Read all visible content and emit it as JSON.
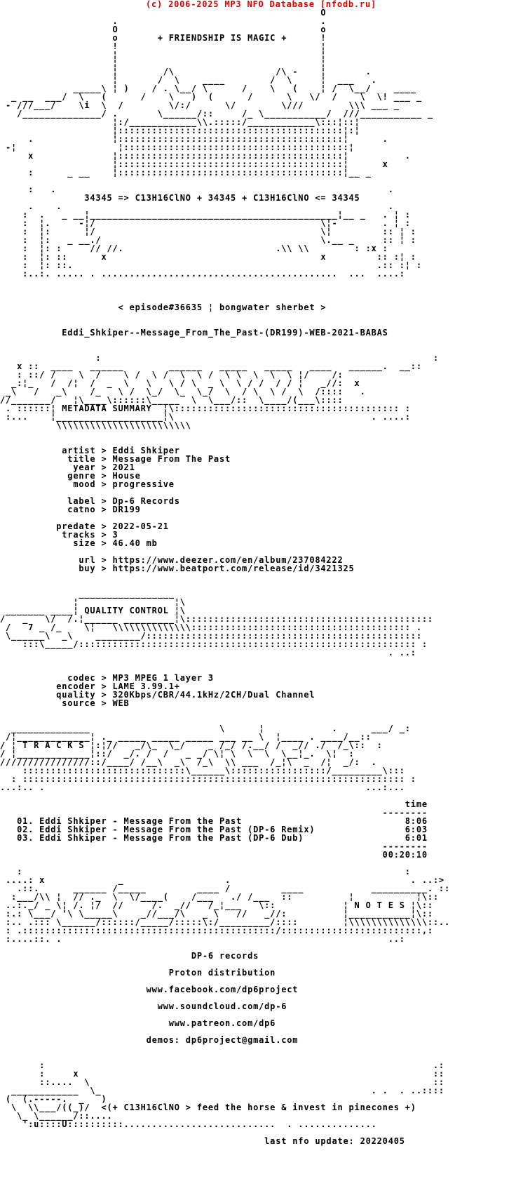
{
  "site_header": {
    "text": "(c) 2006-2025 MP3 NFO Database [nfodb.ru]",
    "color": "#e00000"
  },
  "top": {
    "motto": "+ FRIENDSHIP IS MAGIC +",
    "formula": "34345 => C13H16ClNO + 34345 + C13H16ClNO <= 34345",
    "episode_line": "< episode#36635 ¦ bongwater sherbet >",
    "release_name": "Eddi_Shkiper--Message_From_The_Past-(DR199)-WEB-2021-BABAS"
  },
  "banners": {
    "metadata": "METADATA SUMMARY",
    "quality": "QUALITY CONTROL",
    "tracks": "T R A C K S",
    "notes": "N O T E S"
  },
  "metadata": {
    "artist": "Eddi Shkiper",
    "title": "Message From The Past",
    "year": "2021",
    "genre": "House",
    "mood": "progressive",
    "label": "Dp-6 Records",
    "catno": "DR199",
    "predate": "2022-05-21",
    "tracks": "3",
    "size": "46.40 mb",
    "url": "https://www.deezer.com/en/album/237084222",
    "buy": "https://www.beatport.com/release/id/3421325"
  },
  "quality": {
    "codec": "MP3 MPEG 1 layer 3",
    "encoder": "LAME 3.99.1+",
    "quality": "320Kbps/CBR/44.1kHz/2CH/Dual Channel",
    "source": "WEB"
  },
  "tracklist": {
    "time_header": "time",
    "items": [
      {
        "no": "01.",
        "title": "Eddi Shkiper - Message From the Past",
        "time": "8:06"
      },
      {
        "no": "02.",
        "title": "Eddi Shkiper - Message From the Past (DP-6 Remix)",
        "time": "6:03"
      },
      {
        "no": "03.",
        "title": "Eddi Shkiper - Message From the Past (DP-6 Dub)",
        "time": "6:01"
      }
    ],
    "total_time": "00:20:10"
  },
  "notes": [
    "DP-6 records",
    "Proton distribution",
    "www.facebook.com/dp6project",
    "www.soundcloud.com/dp-6",
    "www.patreon.com/dp6",
    "demos: dp6project@gmail.com"
  ],
  "footer": {
    "horse_caption": "<(+ C13H16ClNO > feed the horse & invest in pinecones +)",
    "last_update": "last nfo update: 20220405"
  },
  "ascii": {
    "lines": [
      "                                                         O",
      "                    .                                    .",
      "                    O                                    o",
      "                    o       + FRIENDSHIP IS MAGIC +      !",
      "                    !                                    ¦",
      "                    ¦                                    ¦",
      "                    ¦                                    ¦",
      "                    ¦        /\\                  /\\ -    ¦       .",
      "                    ¦       /  \\    ____        /  \\     ¦  ___   .",
      "             _____\\ ¦ )    / . \\__/ \\      /    \\   (    ¦ /  \\__/    ____",
      "  _ __  ___/  \\   (      /    \\   )  (      /      \\   \\/  /    \\  \\! ___ _",
      " - ///___/    \\i  \\  /        \\/:/      \\/        \\///        \\\\\\ ___ _",
      "   /______________/ .       \\______/::     /_ \\___________/  ///___________ _",
      "                    ¦:/____________\\\\.:::::/____________\\:::¦::¦",
      "                    ¦::::::::::::::::::::::::::::::::::::::::¦:¦",
      "     .              ¦::::::::::::::::::::::::::::::::::::::::¦      .",
      " -¦                  ¦::::::::::::::::::::::::::::::::::::::::¦",
      "     x              ¦::::::::::::::::::::::::::::::::::::::::¦          .",
      "                    ¦::::::::::::::::::::::::::::::::::::::::¦      x",
      "     :      _ __    ¦::::::::::::::::::::::::::::::::::::::::¦__ _",
      "",
      "     :   .                                                           .",
      "               34345 => C13H16ClNO + 34345 + C13H16ClNO <= 34345",
      "     .    .                                                          .",
      "    :  .   _ __¦____________________________________________¦__ _   . ¦ :",
      "    :  ¦.     -¦/                                        \\¦-        . ¦ :",
      "    :  ¦:      ¦/                                        \\¦         :: ¦ :",
      "    :  ¦:   _ __./                                       \\.__ _     :: ¦ :",
      "    :  ¦: :     // //.                           .\\\\ \\\\        : :x :",
      "    :  ¦: ::      x                                      x         :: :¦ :",
      "    :  ¦: ::.                                                      .:: :¦ :",
      "    :..:. ..... . ..........................................  ...  ....:",
      "",
      "",
      "",
      "                     < episode#36635 ¦ bongwater sherbet >",
      "",
      "",
      "           Eddi_Shkiper--Message_From_The_Past-(DR199)-WEB-2021-BABAS",
      "",
      "",
      "                 :                                                           :",
      "   x ::  ____   ______        ______   _____   _____   ____   ______.  __::",
      "   : ::/ /    \\  /    \\ /  \\ /  \\  \\ /  \\ \\  \\  \\  \\ ¦/    /:",
      "  _:¦_   /  /¦  /  _  \\   \\   \\ / \\  _ \\  \\ / /  / / ¦   _//:  x",
      " _\\   /   _\\    /_   \\ /  \\_/  \\_  \\_/  \\  / \\  \\ /  \\  /::::   .",
      "//_______/   ¦\\____\\::::::\\_____  \\  \\___/::  \\____/(___\\::::",
      " . ::::::¦ METADATA SUMMARY  ¦\\:::::::::::::::::::::::::::::::::::::::: :",
      " :...    ¦___________________¦\\                                   . ....:",
      "          \\\\\\\\\\\\\\\\\\\\\\\\\\\\\\\\\\\\\\\\\\\\\\\\",
      "",
      "",
      "           artist > Eddi Shkiper",
      "            title > Message From The Past",
      "             year > 2021",
      "            genre > House",
      "             mood > progressive",
      "",
      "            label > Dp-6 Records",
      "            catno > DR199",
      "",
      "          predate > 2022-05-21",
      "           tracks > 3",
      "             size > 46.40 mb",
      "",
      "              url > https://www.deezer.com/en/album/237084222",
      "              buy > https://www.beatport.com/release/id/3421325",
      "",
      "",
      "              _________________",
      "             ¦                 ¦\\",
      " _______ ____¦ QUALITY CONTROL ¦\\",
      "/   _   \\/  /.¦______ _________¦\\::::::::::::::::::::::::::::::::::::::::::::",
      " /   7 _ /_    \\¦   \\\\\\\\\\\\\\\\\\\\\\\\\\\\::::::::::::::::::::::::::::::::::::::: .",
      " \\______\\  _\\    ________/:::::::::::::::::::::::::::::::::::::::::::::::::",
      "    :::\\_____/:::::::::::::::::::::::::::::::::::::::::::::::::::::::::::: :",
      "                                                                     . ..:",
      "",
      "",
      "            codec > MP3 MPEG 1 layer 3",
      "          encoder > LAME 3.99.1+",
      "          quality > 320Kbps/CBR/44.1kHz/2CH/Dual Channel",
      "           source > WEB",
      "",
      "",
      "  ______________                       \\      ¦            .      ___/ _:",
      " /¦_____________¦ ._ _____ _____ _____ ___ __ \\  ¦____ . ____/__::",
      "/ ¦ T R A C K S ¦:¦//   _/\\_  \\_/    _ /_/ /.__/ /  _// ./  /_\\::  :",
      "/ ¦_____________¦::/  _/. /  /   _ _/ \\¦ \\  \\  \\  \\__¦_.  \\¦  :",
      "////////////////::/____/ /__\\  _\\  /_\\  \\\\ ___  /_¦\\  _  /¦  _/:  .",
      "    :::::::::::::::::::::::::::::\\______\\:::::::::::::::::/_________\\:::",
      "  : :::::::::::::::::::::::::::::::::::::::::::::::::::::::::::::::::::: :",
      "...:.. .                                                         ...:...",
      "",
      "                                                                        time",
      "                                                                    --------",
      "   01. Eddi Shkiper - Message From the Past                             8:06",
      "   02. Eddi Shkiper - Message From the Past (DP-6 Remix)                6:03",
      "   03. Eddi Shkiper - Message From the Past (DP-6 Dub)                  6:01",
      "                                                                    --------",
      "                                                                    00:20:10",
      "",
      "   :                                                                    :",
      " ....: x             _                  .                                . ..:>",
      "   .::.      ______ /_____         ____ /         ____            __________. ::",
      "  :___/\\\\ ¦  // ._  \\  \\/____(    /___   ./ /___  ::          ¦           ¦\\::",
      " ..:._/ _ \\¦ /. ¦/  //     /.  _//   /_¦___   \\::            ¦ N O T E S ¦\\::",
      " :.: \\___/ '\\ \\_____\\    _//___/\\   _ \\   //   _//:          ¦___________¦\\::",
      " :.. .::: \\______/::::::/_____/:::::\\:/_________/::::        ¦\\\\\\\\\\\\\\\\\\\\\\\\\\\\::..",
      " : .:::::::::::::::::::::::::::::::::::::::::::::/:::::::::::::::::::::::::,:",
      " :....::. .                                                          ..:",
      "",
      "                                  DP-6 records",
      "",
      "                              Proton distribution",
      "",
      "                          www.facebook.com/dp6project",
      "",
      "                            www.soundcloud.com/dp-6",
      "",
      "                              www.patreon.com/dp6",
      "",
      "                          demos: dp6project@gmail.com",
      "",
      "",
      "       :                                                                     .:",
      "       :     x                                                               ::",
      "       ::....  \\                                                             ::",
      "  ____________  \\_                                                . .  . ..::::",
      " (  (.-----.  _   )",
      "  \\  \\\\___/((_)/  <(+ C13H16ClNO > feed the horse & invest in pinecones +)",
      "   \\_ \\______/::....",
      "    ':u::::U::::::::::...........................  . ..............",
      "",
      "                                               last nfo update: 20220405",
      "",
      "",
      "",
      ""
    ]
  }
}
